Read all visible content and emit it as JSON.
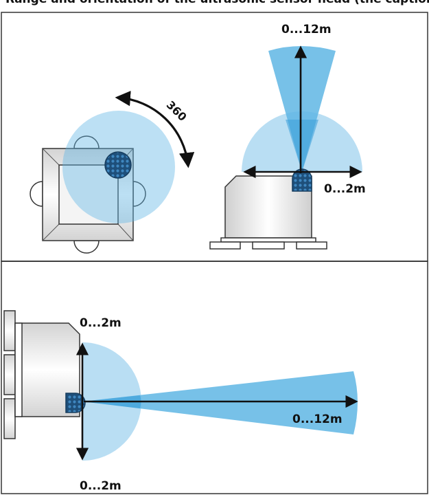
{
  "header": {
    "title": "Range and orientation of the ultrasonic sensor head (the caption is cropped at the top of the image)"
  },
  "top_left_panel": {
    "rotation_label": "360"
  },
  "top_right_panel": {
    "range_vertical_label": "0...12m",
    "range_horizontal_label": "0...2m"
  },
  "bottom_panel": {
    "range_top_label": "0...2m",
    "range_bottom_label": "0...2m",
    "range_horizontal_label": "0...12m"
  },
  "colors": {
    "beam_light": "#b9def3",
    "beam_dark": "#5fb6e4",
    "beam_overlap": "#3a9fd8",
    "sensor_head": "#1e4f7a",
    "outline": "#333333",
    "arrow": "#111111"
  },
  "icons": {
    "sensor_head": "perforated-sensor-head",
    "rotation": "curved-rotation-arrow"
  }
}
